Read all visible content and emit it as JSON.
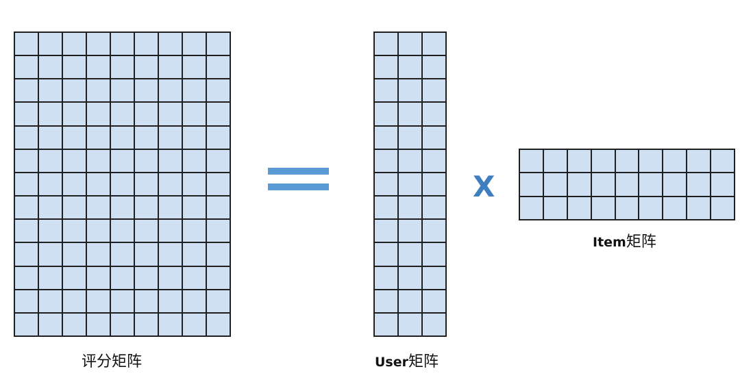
{
  "diagram": {
    "rating_matrix": {
      "label": "评分矩阵",
      "rows": 13,
      "cols": 9
    },
    "equals_symbol": "=",
    "user_matrix": {
      "label_latin": "User",
      "label_cjk": "矩阵",
      "rows": 13,
      "cols": 3
    },
    "times_symbol": "X",
    "item_matrix": {
      "label_latin": "Item",
      "label_cjk": "矩阵",
      "rows": 3,
      "cols": 9
    },
    "colors": {
      "cell_fill": "#cfe0f3",
      "grid_line": "#1f1f1f",
      "equals_bar": "#5b9bd5",
      "times_symbol": "#3f7fc0"
    }
  }
}
